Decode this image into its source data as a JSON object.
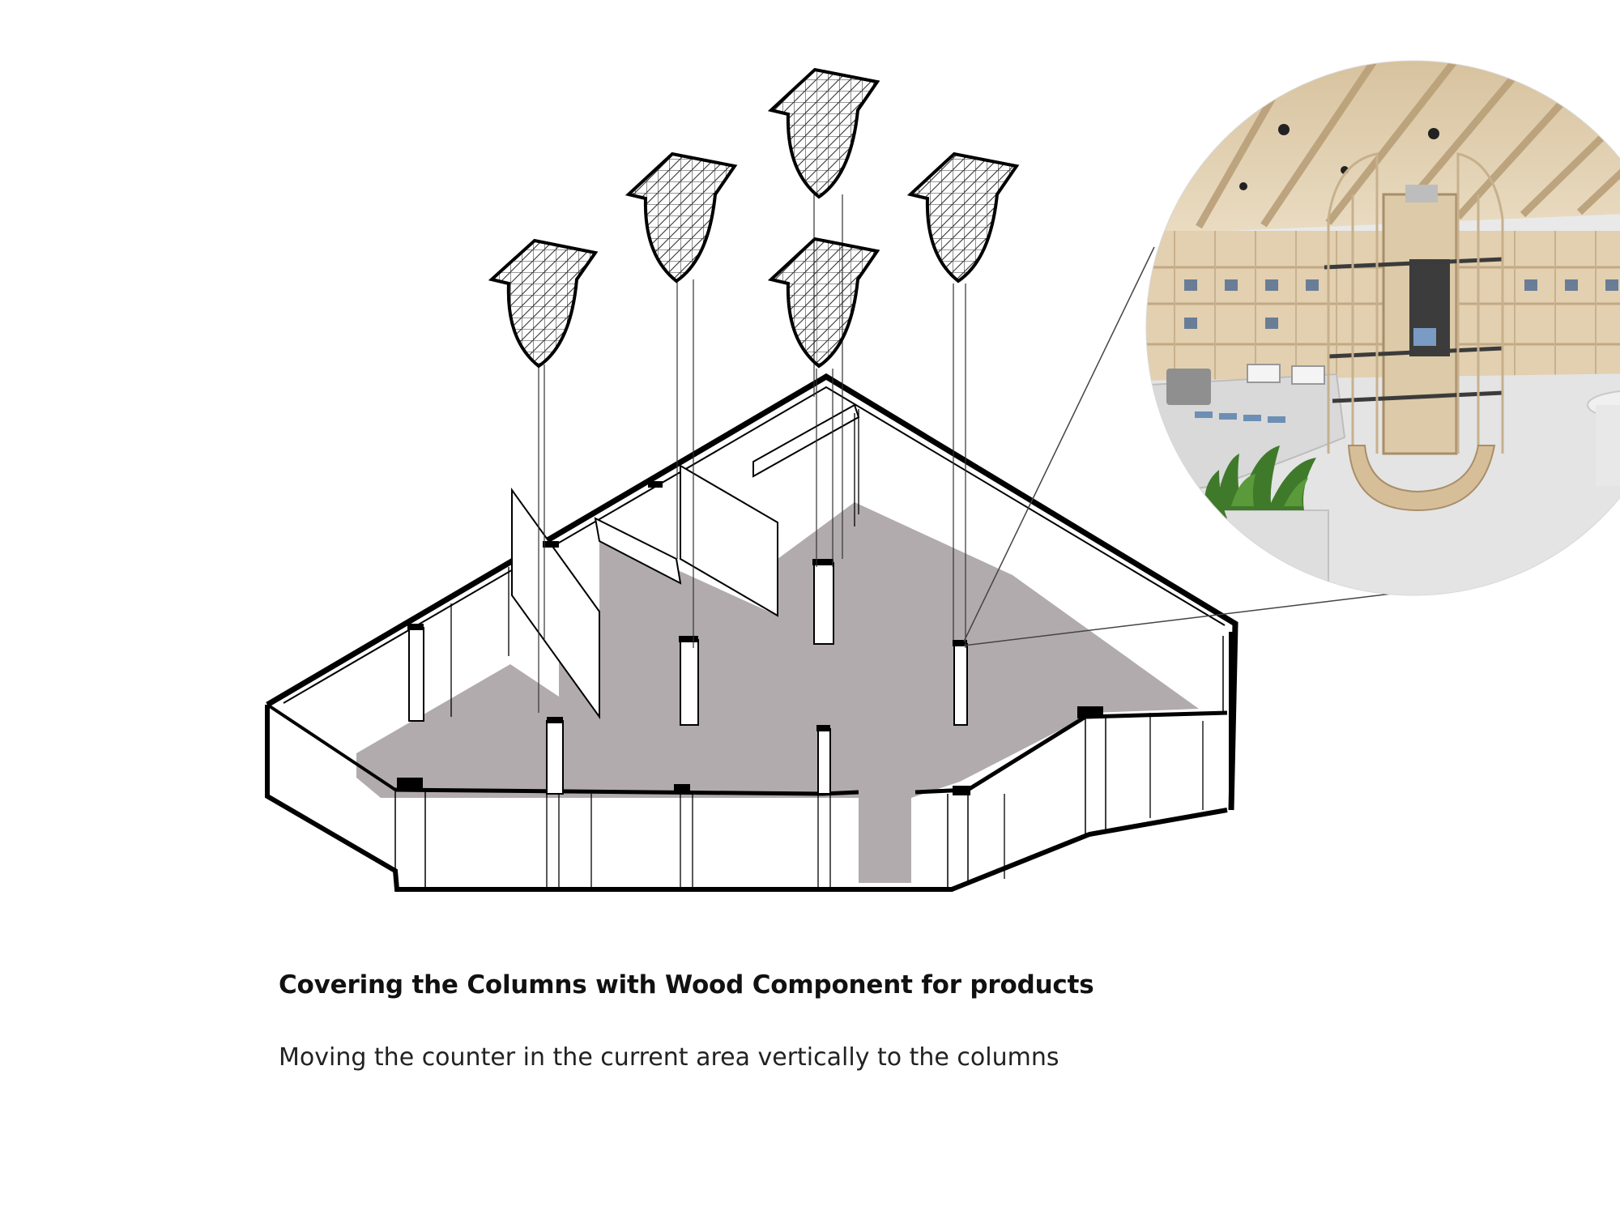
{
  "caption": {
    "title": "Covering the Columns with Wood Component for products",
    "subtitle": "Moving the counter in the current area vertically to the columns"
  },
  "colors": {
    "floor_fill": "#b2abad",
    "wall_stroke": "#000000",
    "lattice_stroke": "#222222",
    "wood_light": "#e4d4b8",
    "wood_mid": "#cdb694",
    "ceiling": "#dcc9a6",
    "floor_render": "#e6e6e6",
    "display_dark": "#3c3c3c",
    "plant_green": "#3f7a2a"
  },
  "diagram": {
    "lattice_modules": [
      {
        "name": "column-cover-module-1"
      },
      {
        "name": "column-cover-module-2"
      },
      {
        "name": "column-cover-module-3"
      },
      {
        "name": "column-cover-module-4"
      },
      {
        "name": "column-cover-module-5"
      }
    ],
    "render_inset": {
      "name": "store-interior-render"
    }
  }
}
